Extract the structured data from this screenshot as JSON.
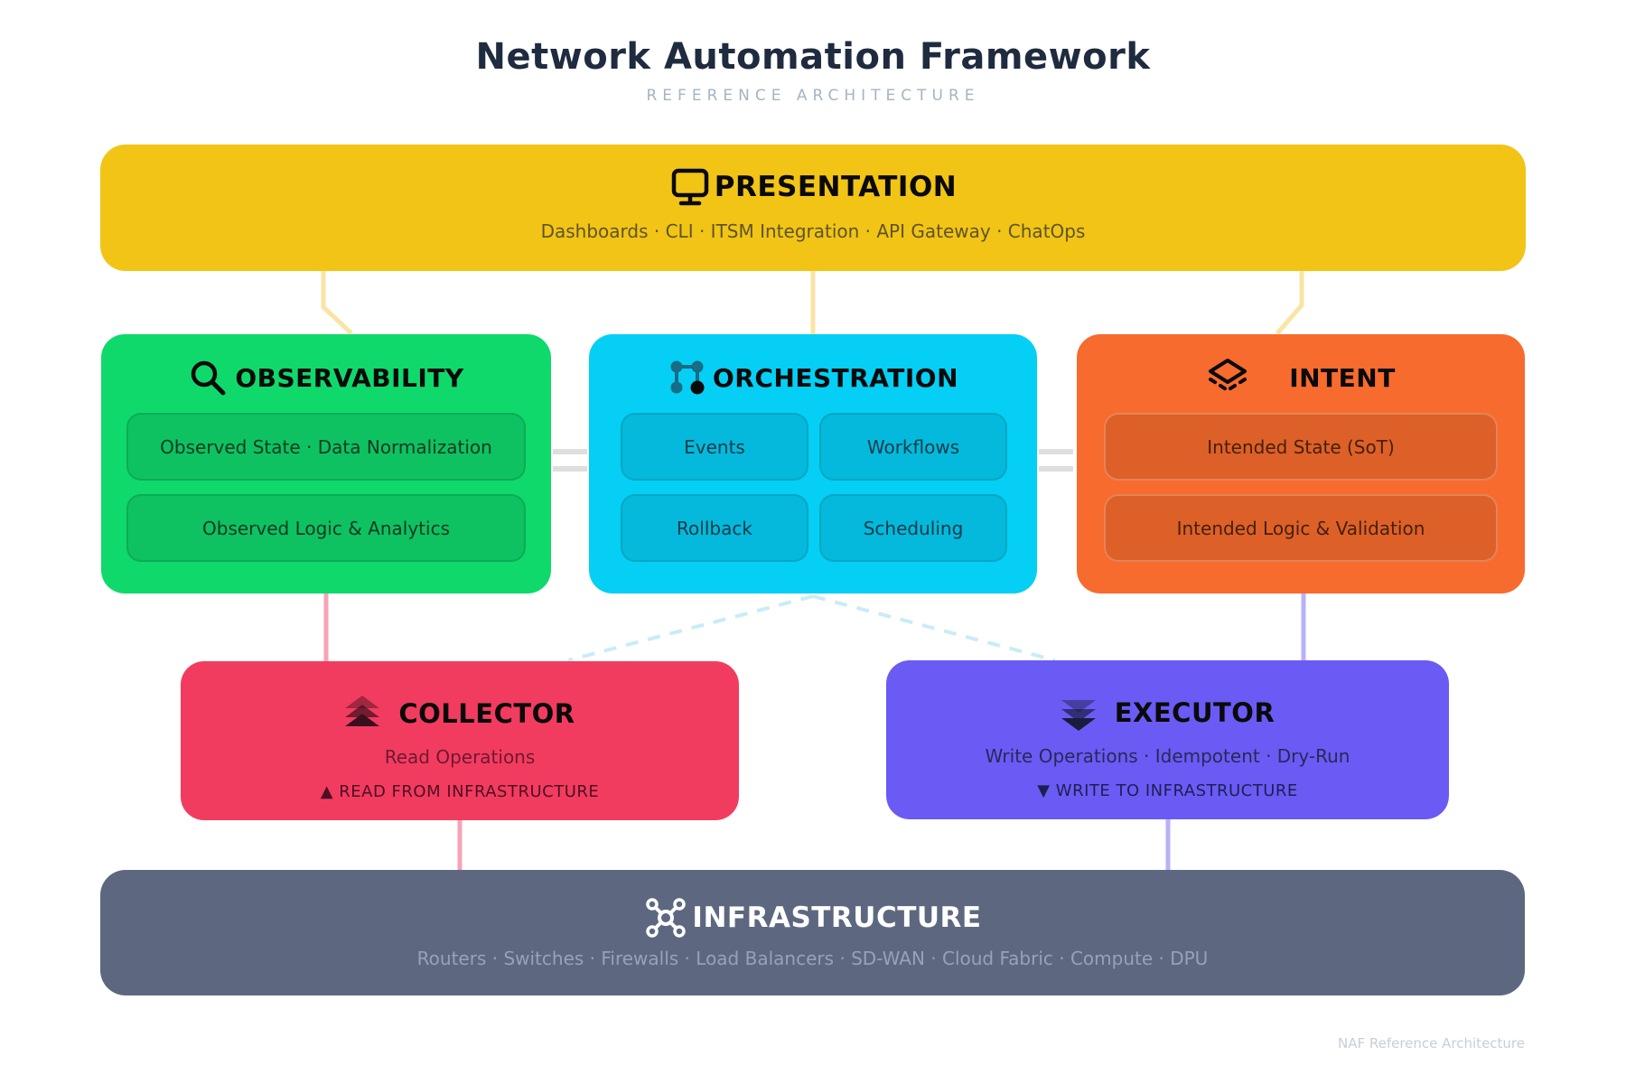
{
  "title": "Network Automation Framework",
  "subtitle": "REFERENCE ARCHITECTURE",
  "footer": "NAF Reference Architecture",
  "colors": {
    "presentation": "#F2C415",
    "observability": "#10D96C",
    "orchestration": "#05CFF4",
    "intent": "#F76B2E",
    "collector": "#F23C5F",
    "executor": "#6A5BF5",
    "infrastructure": "#5D6880",
    "connector_yellow": "#FAE4A4",
    "connector_gray": "#DEDEDE",
    "connector_dashed_cyan": "#C9ECF7",
    "connector_pink": "#F7A3B6",
    "connector_purple": "#B7B1F8"
  },
  "presentation": {
    "label": "PRESENTATION",
    "icon": "monitor-icon",
    "items": "Dashboards · CLI · ITSM Integration · API Gateway · ChatOps"
  },
  "observability": {
    "label": "OBSERVABILITY",
    "icon": "magnifier-icon",
    "rows": [
      "Observed State · Data Normalization",
      "Observed Logic & Analytics"
    ]
  },
  "orchestration": {
    "label": "ORCHESTRATION",
    "icon": "graph-nodes-icon",
    "cells": [
      "Events",
      "Workflows",
      "Rollback",
      "Scheduling"
    ]
  },
  "intent": {
    "label": "INTENT",
    "icon": "layers-icon",
    "rows": [
      "Intended State (SoT)",
      "Intended Logic & Validation"
    ]
  },
  "collector": {
    "label": "COLLECTOR",
    "icon": "chevrons-up-icon",
    "subtitle": "Read Operations",
    "tag": "▲ READ FROM INFRASTRUCTURE"
  },
  "executor": {
    "label": "EXECUTOR",
    "icon": "chevrons-down-icon",
    "subtitle": "Write Operations · Idempotent · Dry-Run",
    "tag": "▼ WRITE TO INFRASTRUCTURE"
  },
  "infrastructure": {
    "label": "INFRASTRUCTURE",
    "icon": "network-hub-icon",
    "items": "Routers · Switches · Firewalls · Load Balancers · SD-WAN · Cloud Fabric · Compute · DPU"
  }
}
